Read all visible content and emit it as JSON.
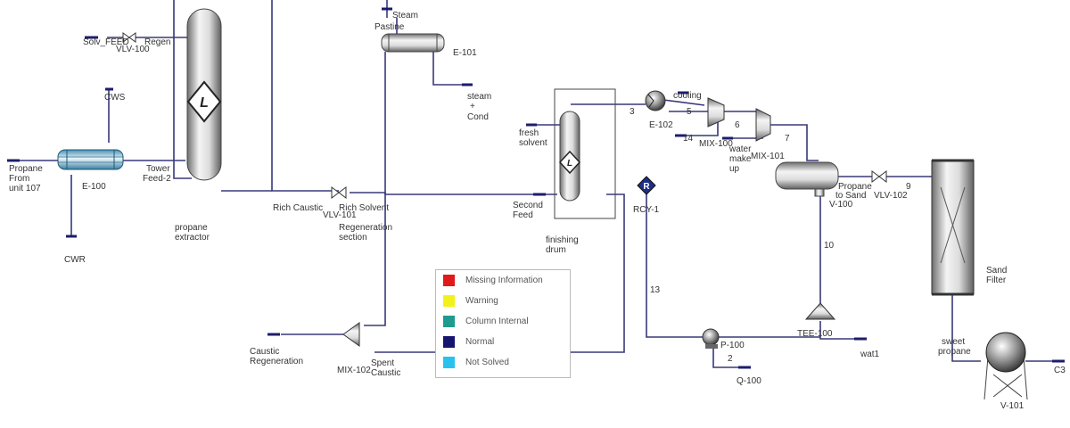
{
  "labels": {
    "solv_feed": "Solv_FEED",
    "vlv100": "VLV-100",
    "regen": "Regen",
    "cws": "CWS",
    "propane_from": "Propane",
    "from": "From",
    "unit107": "unit 107",
    "e100": "E-100",
    "cwr": "CWR",
    "tower": "Tower",
    "feed2": "Feed-2",
    "propane_extractor1": "propane",
    "propane_extractor2": "extractor",
    "steam_top": "Steam",
    "pastine": "Pastine",
    "e101": "E-101",
    "steam_cond1": "steam",
    "steam_cond2": "+",
    "steam_cond3": "Cond",
    "rich_caustic": "Rich Caustic",
    "vlv101": "VLV-101",
    "rich_solvent": "Rich Solvent",
    "regen_section1": "Regeneration",
    "regen_section2": "section",
    "fresh1": "fresh",
    "fresh2": "solvent",
    "second1": "Second",
    "second2": "Feed",
    "finishing1": "finishing",
    "finishing2": "drum",
    "s3": "3",
    "e102": "E-102",
    "cooling": "cooling",
    "s5": "5",
    "s6": "6",
    "s14": "14",
    "mix100": "MIX-100",
    "water1": "water",
    "water2": "make",
    "water3": "up",
    "mix101": "MIX-101",
    "s7": "7",
    "rcy1": "RCY-1",
    "propane_sand1": "Propane",
    "propane_sand2": "to Sand",
    "v100": "V-100",
    "vlv102": "VLV-102",
    "s9": "9",
    "sand1": "Sand",
    "sand2": "Filter",
    "s10": "10",
    "s13": "13",
    "caustic_regen1": "Caustic",
    "caustic_regen2": "Regeneration",
    "mix102": "MIX-102",
    "spent1": "Spent",
    "spent2": "Caustic",
    "p100": "P-100",
    "s2": "2",
    "q100": "Q-100",
    "tee100": "TEE-100",
    "wat1": "wat1",
    "sweet1": "sweet",
    "sweet2": "propane",
    "c3": "C3",
    "v101": "V-101",
    "col_L1": "L",
    "col_L2": "L",
    "rcy_R": "R"
  },
  "legend": [
    {
      "label": "Missing Information",
      "color": "#e11919"
    },
    {
      "label": "Warning",
      "color": "#f2f21a"
    },
    {
      "label": "Column Internal",
      "color": "#1f9a8e"
    },
    {
      "label": "Normal",
      "color": "#161670"
    },
    {
      "label": "Not Solved",
      "color": "#27c3ee"
    }
  ]
}
